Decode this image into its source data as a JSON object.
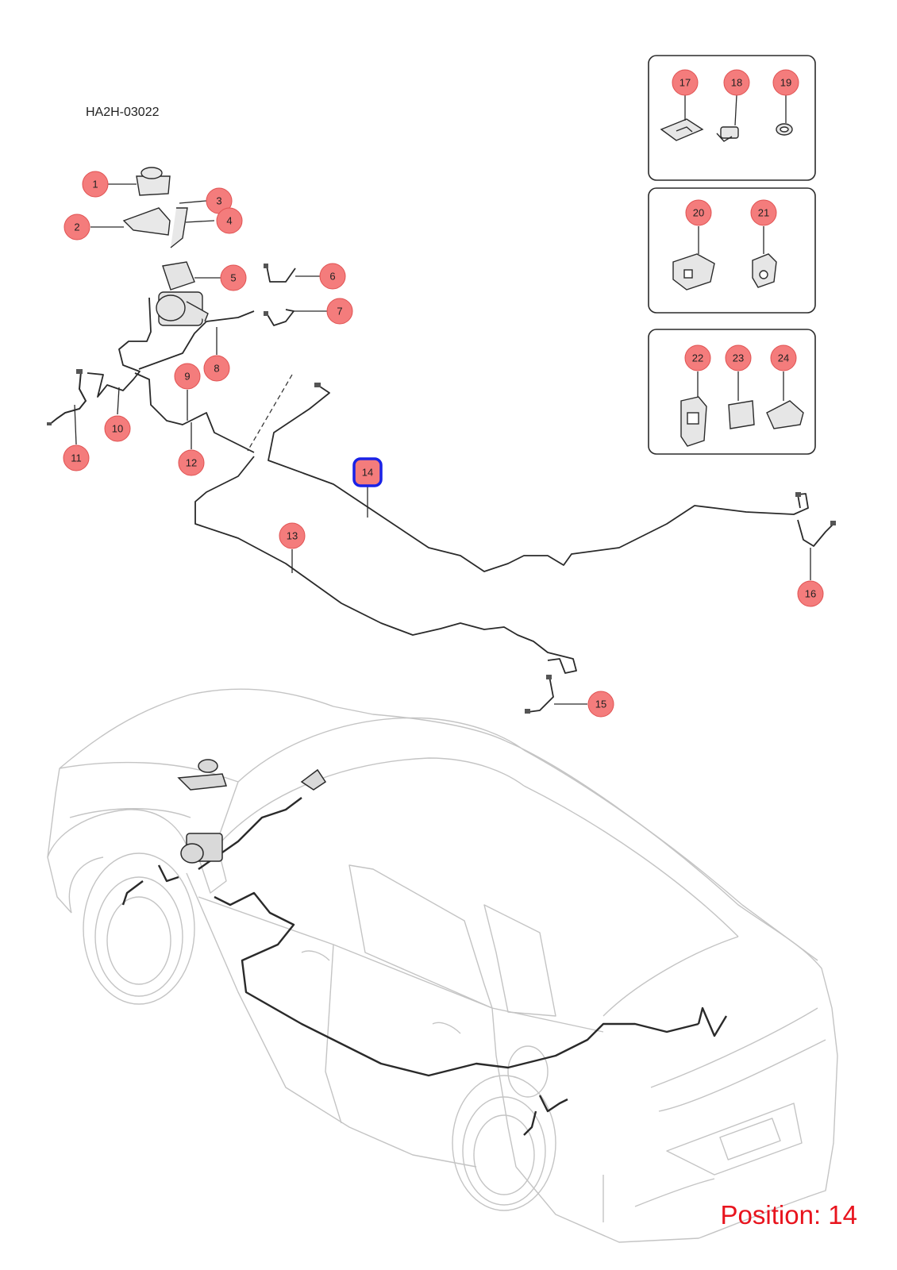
{
  "diagram_code": "HA2H-03022",
  "position_text": "Position: 14",
  "selected_callout": "14",
  "callouts": [
    "1",
    "2",
    "3",
    "4",
    "5",
    "6",
    "7",
    "8",
    "9",
    "10",
    "11",
    "12",
    "13",
    "14",
    "15",
    "16",
    "17",
    "18",
    "19",
    "20",
    "21",
    "22",
    "23",
    "24"
  ],
  "colors": {
    "callout_fill": "#f47c7c",
    "callout_stroke": "#e05252",
    "selected_stroke": "#1a22e6",
    "position_text": "#e8141e",
    "car_outline": "#bdbdbd",
    "brake_line": "#2a2a2a"
  }
}
